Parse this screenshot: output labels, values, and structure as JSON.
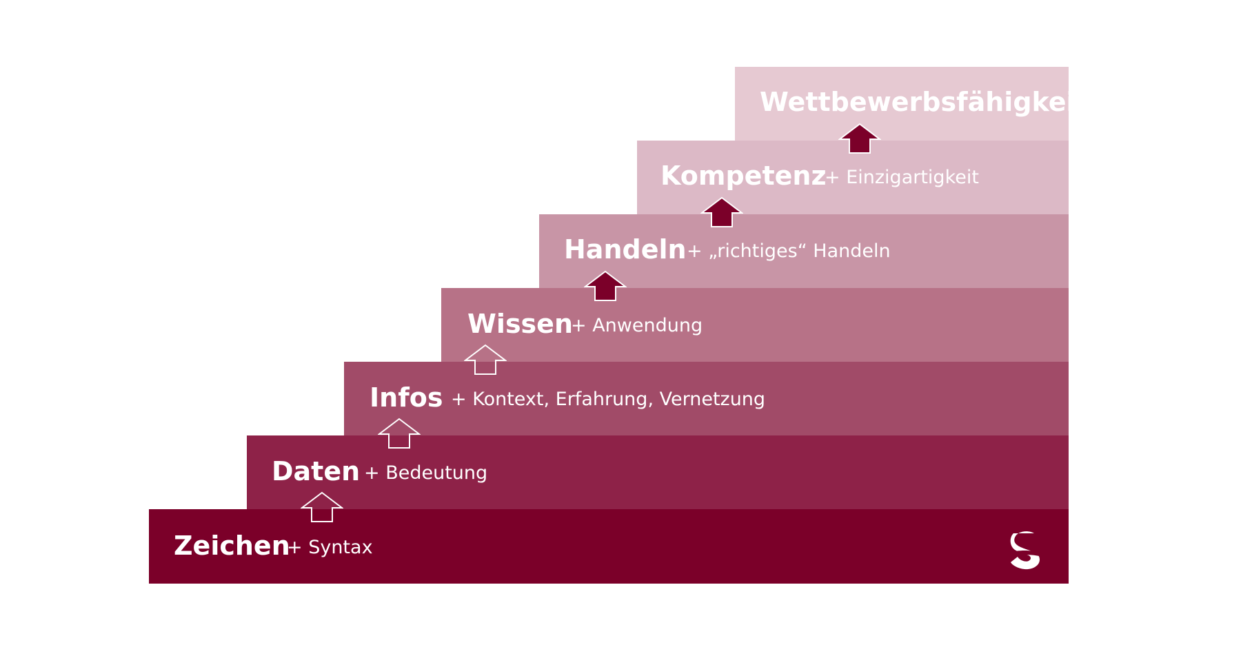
{
  "colors": {
    "zeichen": "#7b0029",
    "daten": "#8e2248",
    "infos": "#a14b68",
    "wissen": "#b77287",
    "handeln": "#c895a6",
    "kompetenz": "#dcb9c6",
    "wettbewerb": "#e6c9d2",
    "arrow_fill": "#7b0029",
    "arrow_outline": "#ffffff"
  },
  "steps": [
    {
      "key": "zeichen",
      "title": "Zeichen",
      "subtitle": "+ Syntax"
    },
    {
      "key": "daten",
      "title": "Daten",
      "subtitle": "+ Bedeutung"
    },
    {
      "key": "infos",
      "title": "Infos",
      "subtitle": "+ Kontext, Erfahrung, Vernetzung"
    },
    {
      "key": "wissen",
      "title": "Wissen",
      "subtitle": "+ Anwendung"
    },
    {
      "key": "handeln",
      "title": "Handeln",
      "subtitle": "+ „richtiges“ Handeln"
    },
    {
      "key": "kompetenz",
      "title": "Kompetenz",
      "subtitle": "+ Einzigartigkeit"
    },
    {
      "key": "wettbewerb",
      "title": "Wettbewerbsfähigkeit",
      "subtitle": ""
    }
  ],
  "arrows": [
    {
      "style": "outline"
    },
    {
      "style": "outline"
    },
    {
      "style": "outline"
    },
    {
      "style": "filled"
    },
    {
      "style": "filled"
    },
    {
      "style": "filled"
    }
  ],
  "logo": {
    "icon": "s-logo-icon"
  }
}
